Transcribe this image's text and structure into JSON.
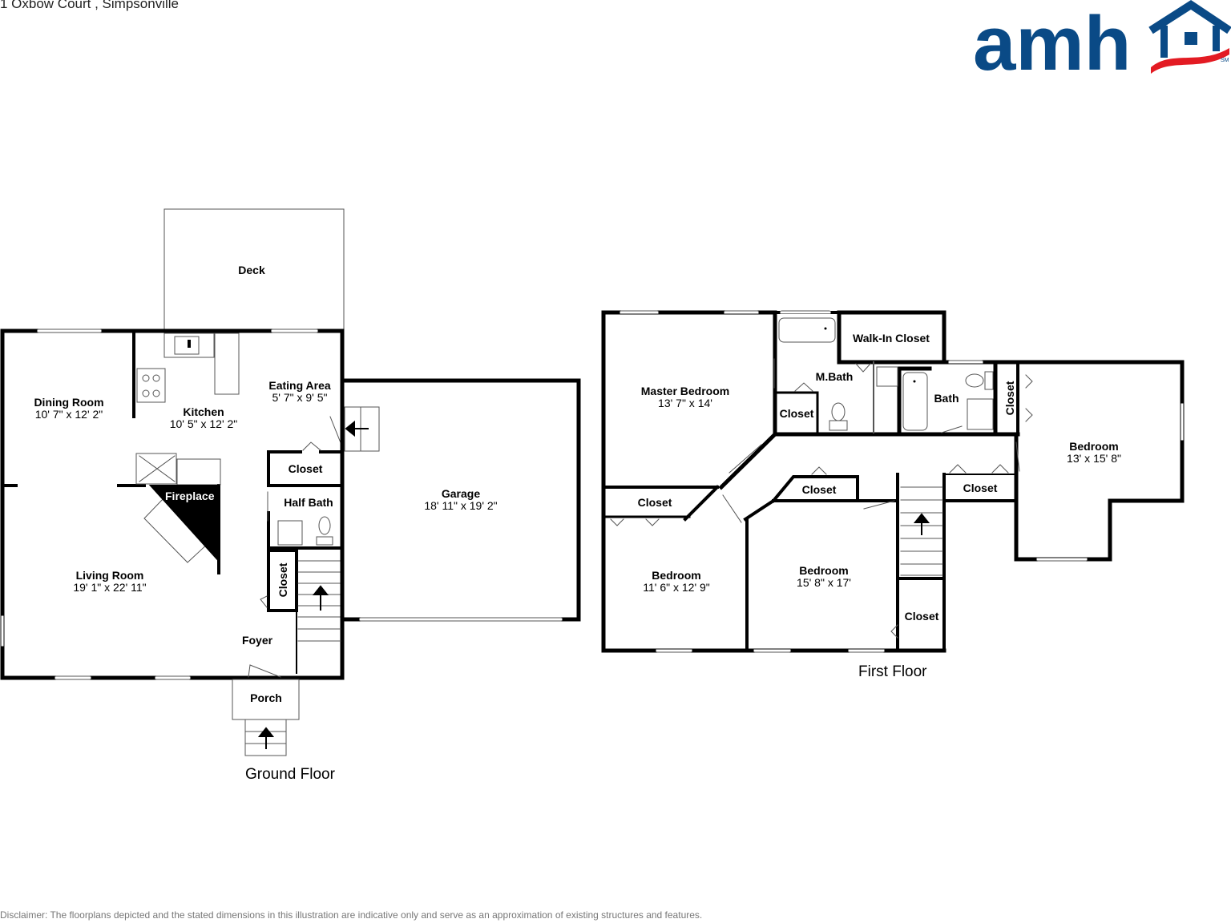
{
  "header": {
    "address": "1 Oxbow Court , Simpsonville"
  },
  "logo": {
    "text": "amh",
    "mark": "SM",
    "colors": {
      "blue": "#0a4a86",
      "red": "#e31b23"
    },
    "icon": "house-roof-icon"
  },
  "disclaimer": "Disclaimer: The floorplans depicted and the stated dimensions in this illustration are indicative only and serve as an approximation of existing structures and features.",
  "ground_floor": {
    "title": "Ground Floor",
    "rooms": {
      "deck": {
        "name": "Deck"
      },
      "dining": {
        "name": "Dining Room",
        "dim": "10' 7\" x 12' 2\""
      },
      "kitchen": {
        "name": "Kitchen",
        "dim": "10' 5\" x 12' 2\""
      },
      "eating": {
        "name": "Eating Area",
        "dim": "5' 7\" x 9' 5\""
      },
      "garage": {
        "name": "Garage",
        "dim": "18' 11\" x 19' 2\""
      },
      "closet1": {
        "name": "Closet"
      },
      "half_bath": {
        "name": "Half Bath"
      },
      "fireplace": {
        "name": "Fireplace"
      },
      "living": {
        "name": "Living Room",
        "dim": "19' 1\" x 22' 11\""
      },
      "closet2": {
        "name": "Closet"
      },
      "foyer": {
        "name": "Foyer"
      },
      "porch": {
        "name": "Porch"
      }
    }
  },
  "first_floor": {
    "title": "First Floor",
    "rooms": {
      "master": {
        "name": "Master Bedroom",
        "dim": "13' 7\" x 14'"
      },
      "walkin": {
        "name": "Walk-In Closet"
      },
      "mbath": {
        "name": "M.Bath"
      },
      "closet_m": {
        "name": "Closet"
      },
      "bath": {
        "name": "Bath"
      },
      "closet_v": {
        "name": "Closet"
      },
      "bedroom_r": {
        "name": "Bedroom",
        "dim": "13' x 15' 8\""
      },
      "closet_a": {
        "name": "Closet"
      },
      "closet_b": {
        "name": "Closet"
      },
      "closet_c": {
        "name": "Closet"
      },
      "bedroom_l": {
        "name": "Bedroom",
        "dim": "11' 6\" x 12' 9\""
      },
      "bedroom_c": {
        "name": "Bedroom",
        "dim": "15' 8\" x 17'"
      },
      "closet_d": {
        "name": "Closet"
      }
    }
  }
}
